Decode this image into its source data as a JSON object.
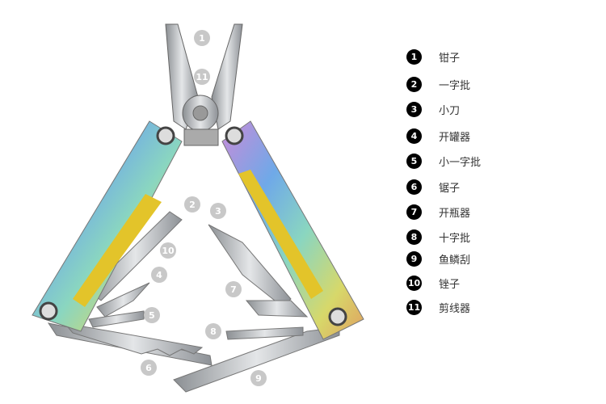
{
  "legend": [
    {
      "num": "1",
      "label": "钳子"
    },
    {
      "num": "2",
      "label": "一字批"
    },
    {
      "num": "3",
      "label": "小刀"
    },
    {
      "num": "4",
      "label": "开罐器"
    },
    {
      "num": "5",
      "label": "小一字批"
    },
    {
      "num": "6",
      "label": "锯子"
    },
    {
      "num": "7",
      "label": "开瓶器"
    },
    {
      "num": "8",
      "label": "十字批"
    },
    {
      "num": "9",
      "label": "鱼鳞刮"
    },
    {
      "num": "10",
      "label": "锉子"
    },
    {
      "num": "11",
      "label": "剪线器"
    }
  ],
  "callouts": {
    "c1": "1",
    "c11": "11",
    "c2": "2",
    "c3": "3",
    "c10": "10",
    "c4": "4",
    "c5": "5",
    "c7": "7",
    "c8": "8",
    "c6": "6",
    "c9": "9"
  }
}
